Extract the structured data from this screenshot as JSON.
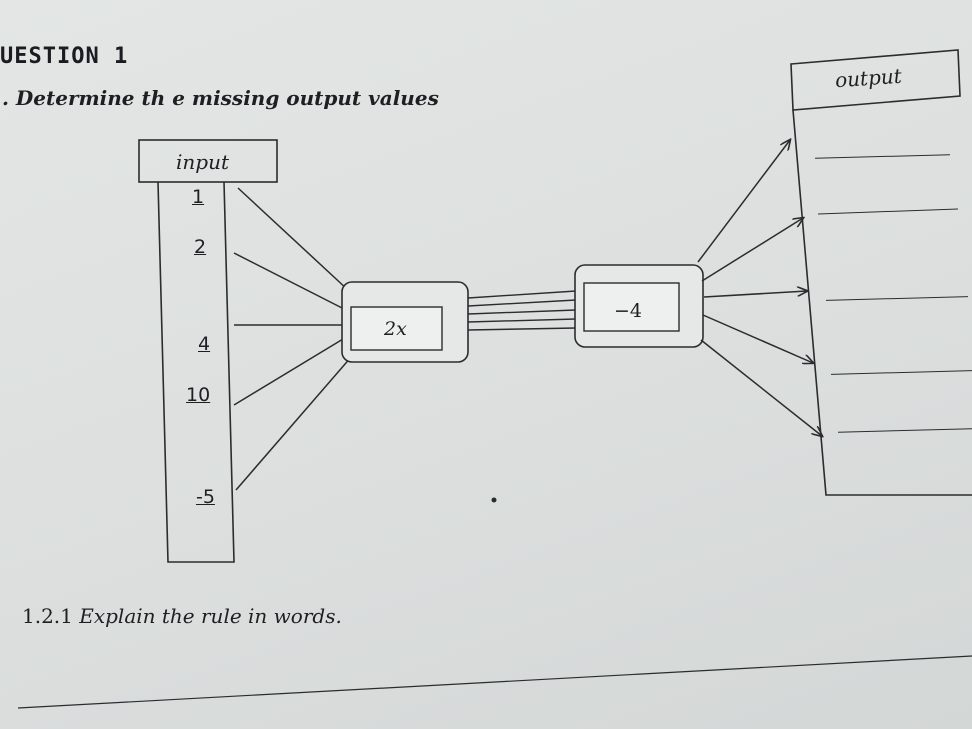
{
  "heading": "UESTION 1",
  "instruction": ". Determine th e missing output values",
  "input_label": "input",
  "output_label": "output",
  "inputs": [
    "1",
    "2",
    "4",
    "10",
    "-5"
  ],
  "operation_1": "2x",
  "operation_2": "−4",
  "question": {
    "number": "1.2.1",
    "text": "Explain the rule in words."
  }
}
